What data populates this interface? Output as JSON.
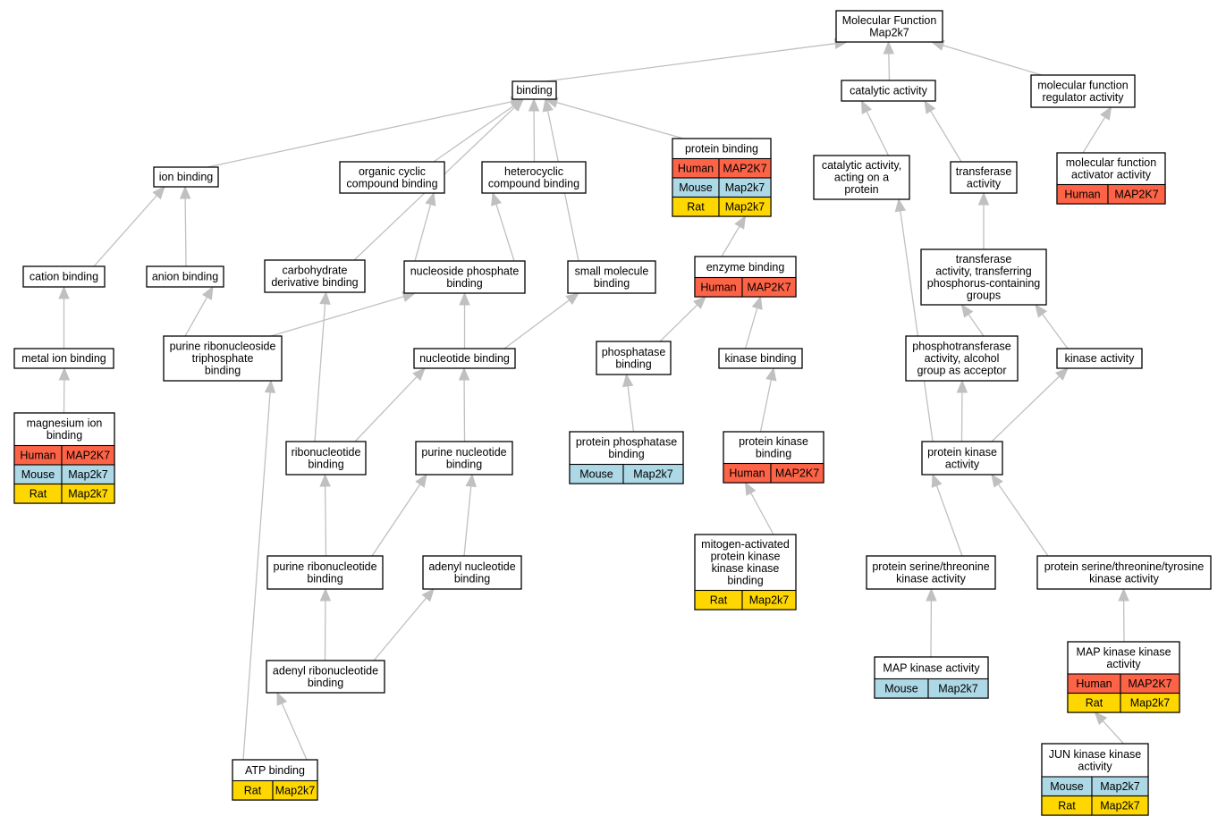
{
  "colors": {
    "Human": "#fd6347",
    "Mouse": "#add8e6",
    "Rat": "#ffd700",
    "edge": "#c0c0c0"
  },
  "nodes": [
    {
      "id": "mf",
      "lines": [
        "Molecular Function",
        "Map2k7"
      ],
      "tags": []
    },
    {
      "id": "binding",
      "lines": [
        "binding"
      ],
      "tags": []
    },
    {
      "id": "catalytic",
      "lines": [
        "catalytic activity"
      ],
      "tags": []
    },
    {
      "id": "mfreg",
      "lines": [
        "molecular function",
        "regulator activity"
      ],
      "tags": []
    },
    {
      "id": "ionb",
      "lines": [
        "ion binding"
      ],
      "tags": []
    },
    {
      "id": "orgcyc",
      "lines": [
        "organic cyclic",
        "compound binding"
      ],
      "tags": []
    },
    {
      "id": "hetcyc",
      "lines": [
        "heterocyclic",
        "compound binding"
      ],
      "tags": []
    },
    {
      "id": "protb",
      "lines": [
        "protein binding"
      ],
      "tags": [
        [
          "Human",
          "MAP2K7"
        ],
        [
          "Mouse",
          "Map2k7"
        ],
        [
          "Rat",
          "Map2k7"
        ]
      ]
    },
    {
      "id": "catprot",
      "lines": [
        "catalytic activity,",
        "acting on a",
        "protein"
      ],
      "tags": []
    },
    {
      "id": "transf",
      "lines": [
        "transferase",
        "activity"
      ],
      "tags": []
    },
    {
      "id": "mfact",
      "lines": [
        "molecular function",
        "activator activity"
      ],
      "tags": [
        [
          "Human",
          "MAP2K7"
        ]
      ]
    },
    {
      "id": "cationb",
      "lines": [
        "cation binding"
      ],
      "tags": []
    },
    {
      "id": "anionb",
      "lines": [
        "anion binding"
      ],
      "tags": []
    },
    {
      "id": "carbo",
      "lines": [
        "carbohydrate",
        "derivative binding"
      ],
      "tags": []
    },
    {
      "id": "nucphos",
      "lines": [
        "nucleoside phosphate",
        "binding"
      ],
      "tags": []
    },
    {
      "id": "smallmol",
      "lines": [
        "small molecule",
        "binding"
      ],
      "tags": []
    },
    {
      "id": "enzb",
      "lines": [
        "enzyme binding"
      ],
      "tags": [
        [
          "Human",
          "MAP2K7"
        ]
      ]
    },
    {
      "id": "transphos",
      "lines": [
        "transferase",
        "activity, transferring",
        "phosphorus-containing",
        "groups"
      ],
      "tags": []
    },
    {
      "id": "metalion",
      "lines": [
        "metal ion binding"
      ],
      "tags": []
    },
    {
      "id": "purribotri",
      "lines": [
        "purine ribonucleoside",
        "triphosphate",
        "binding"
      ],
      "tags": []
    },
    {
      "id": "nucb",
      "lines": [
        "nucleotide binding"
      ],
      "tags": []
    },
    {
      "id": "phosphb",
      "lines": [
        "phosphatase",
        "binding"
      ],
      "tags": []
    },
    {
      "id": "kinb",
      "lines": [
        "kinase binding"
      ],
      "tags": []
    },
    {
      "id": "phosphotrans",
      "lines": [
        "phosphotransferase",
        "activity, alcohol",
        "group as acceptor"
      ],
      "tags": []
    },
    {
      "id": "kinact",
      "lines": [
        "kinase activity"
      ],
      "tags": []
    },
    {
      "id": "mg",
      "lines": [
        "magnesium ion",
        "binding"
      ],
      "tags": [
        [
          "Human",
          "MAP2K7"
        ],
        [
          "Mouse",
          "Map2k7"
        ],
        [
          "Rat",
          "Map2k7"
        ]
      ]
    },
    {
      "id": "ribonuc",
      "lines": [
        "ribonucleotide",
        "binding"
      ],
      "tags": []
    },
    {
      "id": "purnuc",
      "lines": [
        "purine nucleotide",
        "binding"
      ],
      "tags": []
    },
    {
      "id": "protphos",
      "lines": [
        "protein phosphatase",
        "binding"
      ],
      "tags": [
        [
          "Mouse",
          "Map2k7"
        ]
      ]
    },
    {
      "id": "protkinb",
      "lines": [
        "protein kinase",
        "binding"
      ],
      "tags": [
        [
          "Human",
          "MAP2K7"
        ]
      ]
    },
    {
      "id": "protkinact",
      "lines": [
        "protein kinase",
        "activity"
      ],
      "tags": []
    },
    {
      "id": "purribo",
      "lines": [
        "purine ribonucleotide",
        "binding"
      ],
      "tags": []
    },
    {
      "id": "adenyl",
      "lines": [
        "adenyl nucleotide",
        "binding"
      ],
      "tags": []
    },
    {
      "id": "mapkkkb",
      "lines": [
        "mitogen-activated",
        "protein kinase",
        "kinase kinase",
        "binding"
      ],
      "tags": [
        [
          "Rat",
          "Map2k7"
        ]
      ]
    },
    {
      "id": "serthr",
      "lines": [
        "protein serine/threonine",
        "kinase activity"
      ],
      "tags": []
    },
    {
      "id": "serthrtyr",
      "lines": [
        "protein serine/threonine/tyrosine",
        "kinase activity"
      ],
      "tags": []
    },
    {
      "id": "adenylribo",
      "lines": [
        "adenyl ribonucleotide",
        "binding"
      ],
      "tags": []
    },
    {
      "id": "mapk",
      "lines": [
        "MAP kinase activity"
      ],
      "tags": [
        [
          "Mouse",
          "Map2k7"
        ]
      ]
    },
    {
      "id": "mapkk",
      "lines": [
        "MAP kinase kinase",
        "activity"
      ],
      "tags": [
        [
          "Human",
          "MAP2K7"
        ],
        [
          "Rat",
          "Map2k7"
        ]
      ]
    },
    {
      "id": "atp",
      "lines": [
        "ATP binding"
      ],
      "tags": [
        [
          "Rat",
          "Map2k7"
        ]
      ]
    },
    {
      "id": "jnkk",
      "lines": [
        "JUN kinase kinase",
        "activity"
      ],
      "tags": [
        [
          "Mouse",
          "Map2k7"
        ],
        [
          "Rat",
          "Map2k7"
        ]
      ]
    }
  ],
  "edges": [
    [
      "binding",
      "mf"
    ],
    [
      "catalytic",
      "mf"
    ],
    [
      "mfreg",
      "mf"
    ],
    [
      "ionb",
      "binding"
    ],
    [
      "orgcyc",
      "binding"
    ],
    [
      "hetcyc",
      "binding"
    ],
    [
      "protb",
      "binding"
    ],
    [
      "carbo",
      "binding"
    ],
    [
      "smallmol",
      "binding"
    ],
    [
      "catprot",
      "catalytic"
    ],
    [
      "transf",
      "catalytic"
    ],
    [
      "mfact",
      "mfreg"
    ],
    [
      "cationb",
      "ionb"
    ],
    [
      "anionb",
      "ionb"
    ],
    [
      "nucphos",
      "orgcyc"
    ],
    [
      "nucphos",
      "hetcyc"
    ],
    [
      "enzb",
      "protb"
    ],
    [
      "transphos",
      "transf"
    ],
    [
      "metalion",
      "cationb"
    ],
    [
      "purribotri",
      "anionb"
    ],
    [
      "purribotri",
      "nucphos"
    ],
    [
      "nucb",
      "nucphos"
    ],
    [
      "nucb",
      "smallmol"
    ],
    [
      "phosphb",
      "enzb"
    ],
    [
      "kinb",
      "enzb"
    ],
    [
      "phosphotrans",
      "transphos"
    ],
    [
      "kinact",
      "transphos"
    ],
    [
      "mg",
      "metalion"
    ],
    [
      "ribonuc",
      "carbo"
    ],
    [
      "ribonuc",
      "nucb"
    ],
    [
      "purnuc",
      "nucb"
    ],
    [
      "protphos",
      "phosphb"
    ],
    [
      "protkinb",
      "kinb"
    ],
    [
      "protkinact",
      "catprot"
    ],
    [
      "protkinact",
      "phosphotrans"
    ],
    [
      "protkinact",
      "kinact"
    ],
    [
      "purribo",
      "ribonuc"
    ],
    [
      "purribo",
      "purnuc"
    ],
    [
      "adenyl",
      "purnuc"
    ],
    [
      "mapkkkb",
      "protkinb"
    ],
    [
      "serthr",
      "protkinact"
    ],
    [
      "serthrtyr",
      "protkinact"
    ],
    [
      "adenylribo",
      "purribo"
    ],
    [
      "adenylribo",
      "adenyl"
    ],
    [
      "mapk",
      "serthr"
    ],
    [
      "mapkk",
      "serthrtyr"
    ],
    [
      "atp",
      "purribotri"
    ],
    [
      "atp",
      "adenylribo"
    ],
    [
      "jnkk",
      "mapkk"
    ]
  ]
}
